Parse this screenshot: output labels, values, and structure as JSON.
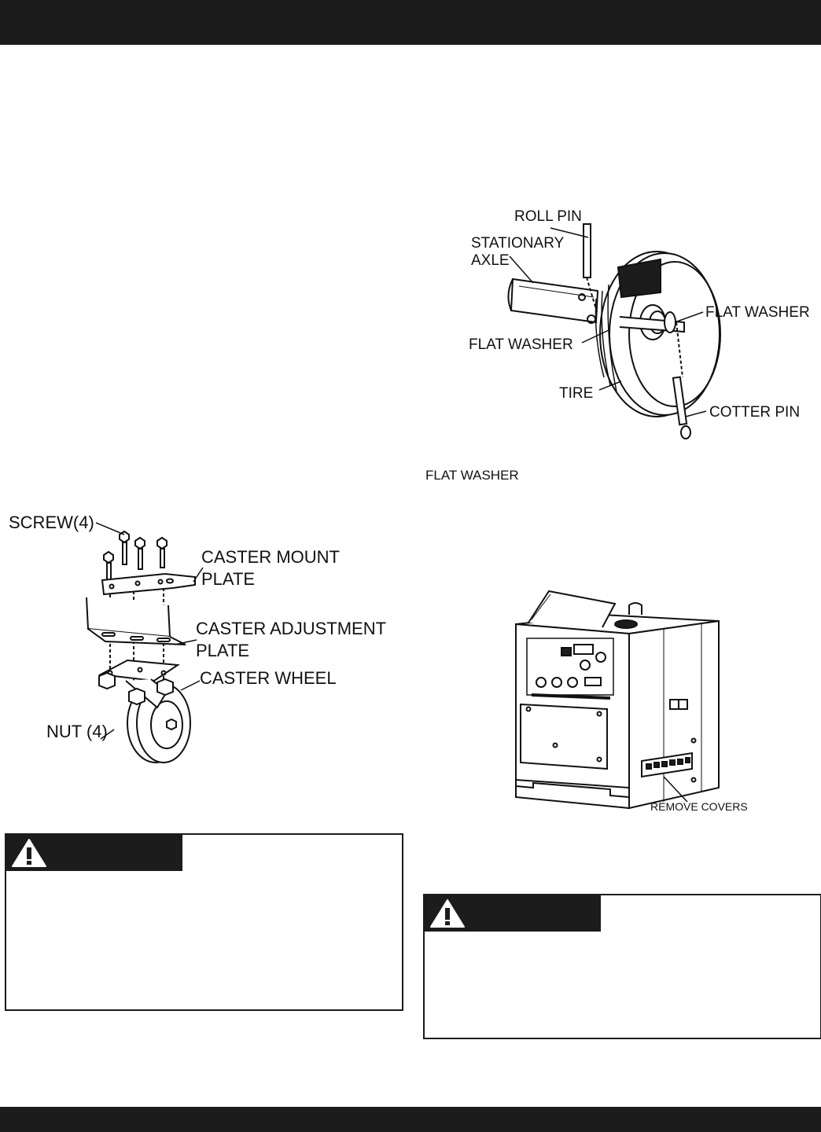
{
  "caster_figure": {
    "screw": "SCREW(4)",
    "mount_plate_1": "CASTER MOUNT",
    "mount_plate_2": "PLATE",
    "adjust_plate_1": "CASTER ADJUSTMENT",
    "adjust_plate_2": "PLATE",
    "wheel": "CASTER WHEEL",
    "nut": "NUT (4)"
  },
  "wheel_figure": {
    "roll_pin": "ROLL PIN",
    "axle_1": "STATIONARY",
    "axle_2": "AXLE",
    "flat_washer_right": "FLAT WASHER",
    "flat_washer_left": "FLAT WASHER",
    "tire": "TIRE",
    "cotter_pin": "COTTER PIN",
    "flat_washer_caption": "FLAT WASHER"
  },
  "generator_figure": {
    "remove_covers": "REMOVE COVERS"
  },
  "warnings": {
    "left_icon": "warning-triangle-icon",
    "right_icon": "warning-triangle-icon"
  },
  "colors": {
    "bar": "#1c1c1c",
    "paper": "#ffffff"
  }
}
